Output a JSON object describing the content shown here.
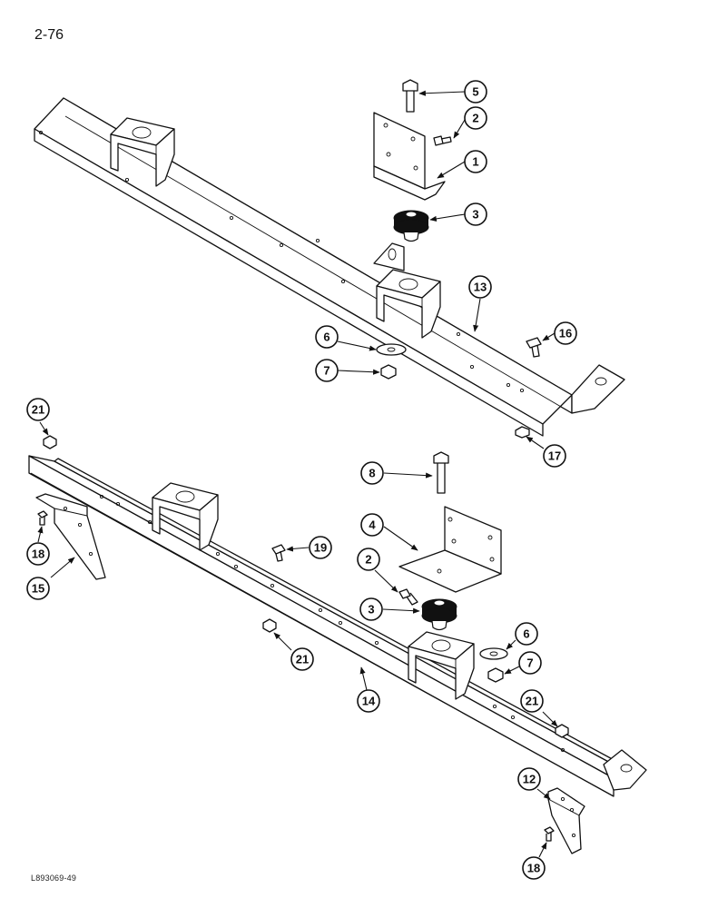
{
  "page_number": "2-76",
  "figure_id": "L893069-49",
  "callouts": [
    "1",
    "2",
    "3",
    "5",
    "6",
    "7",
    "13",
    "16",
    "17",
    "21",
    "8",
    "4",
    "2",
    "3",
    "6",
    "7",
    "14",
    "19",
    "21",
    "21",
    "18",
    "15",
    "12",
    "18"
  ]
}
